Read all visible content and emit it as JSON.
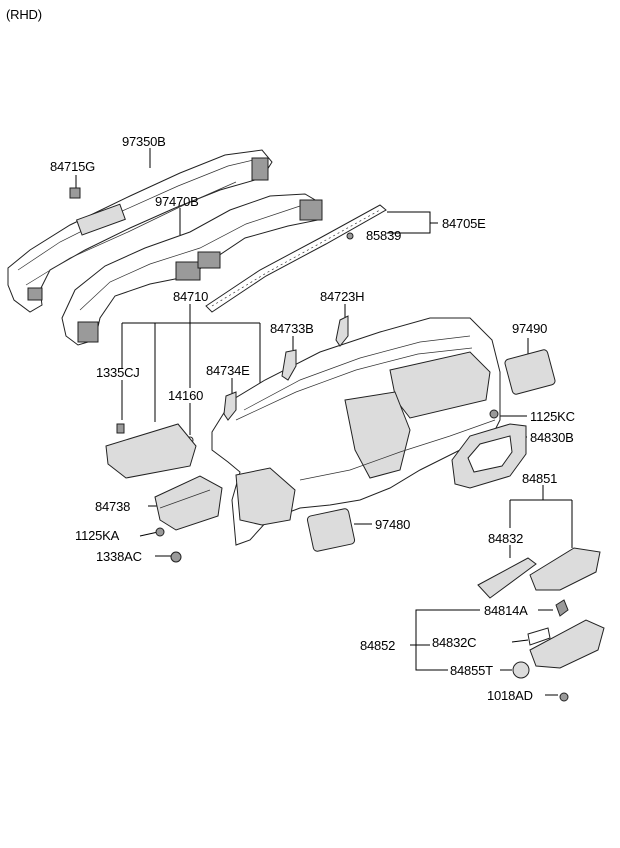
{
  "variant": "(RHD)",
  "parts": {
    "p97350B": "97350B",
    "p84715G": "84715G",
    "p97470B": "97470B",
    "p84705E": "84705E",
    "p85839": "85839",
    "p84710": "84710",
    "p84723H": "84723H",
    "p84733B": "84733B",
    "p97490": "97490",
    "p1335CJ": "1335CJ",
    "p14160": "14160",
    "p84734E": "84734E",
    "p1125KC": "1125KC",
    "p84830B": "84830B",
    "p84851": "84851",
    "p84738": "84738",
    "p1125KA": "1125KA",
    "p1338AC": "1338AC",
    "p97480": "97480",
    "p84832": "84832",
    "p84814A": "84814A",
    "p84852": "84852",
    "p84832C": "84832C",
    "p84855T": "84855T",
    "p1018AD": "1018AD"
  }
}
